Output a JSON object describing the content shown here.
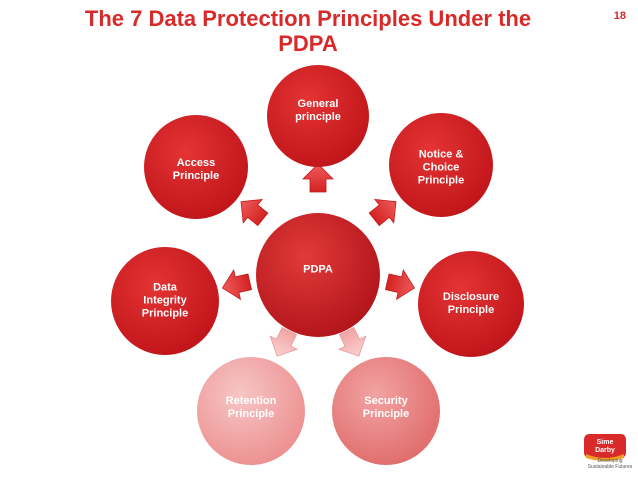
{
  "title": {
    "line1": "The 7 Data Protection Principles Under the",
    "line2": "PDPA"
  },
  "page_number": "18",
  "center": {
    "label": "PDPA"
  },
  "principles": [
    {
      "lines": [
        "General",
        "principle"
      ]
    },
    {
      "lines": [
        "Notice &",
        "Choice",
        "Principle"
      ]
    },
    {
      "lines": [
        "Disclosure",
        "Principle"
      ]
    },
    {
      "lines": [
        "Security",
        "Principle"
      ]
    },
    {
      "lines": [
        "Retention",
        "Principle"
      ]
    },
    {
      "lines": [
        "Data",
        "Integrity",
        "Principle"
      ]
    },
    {
      "lines": [
        "Access",
        "Principle"
      ]
    }
  ],
  "logo": {
    "name": "Sime Darby",
    "word1": "Sime",
    "word2": "Darby",
    "tagline1": "Developing",
    "tagline2": "Sustainable Futures"
  },
  "colors": {
    "accent": "#d92a2a",
    "circle": "#d62020",
    "circle_dark": "#b8141a",
    "label_dark": "#8a1515",
    "label_light": "#ffffff"
  }
}
